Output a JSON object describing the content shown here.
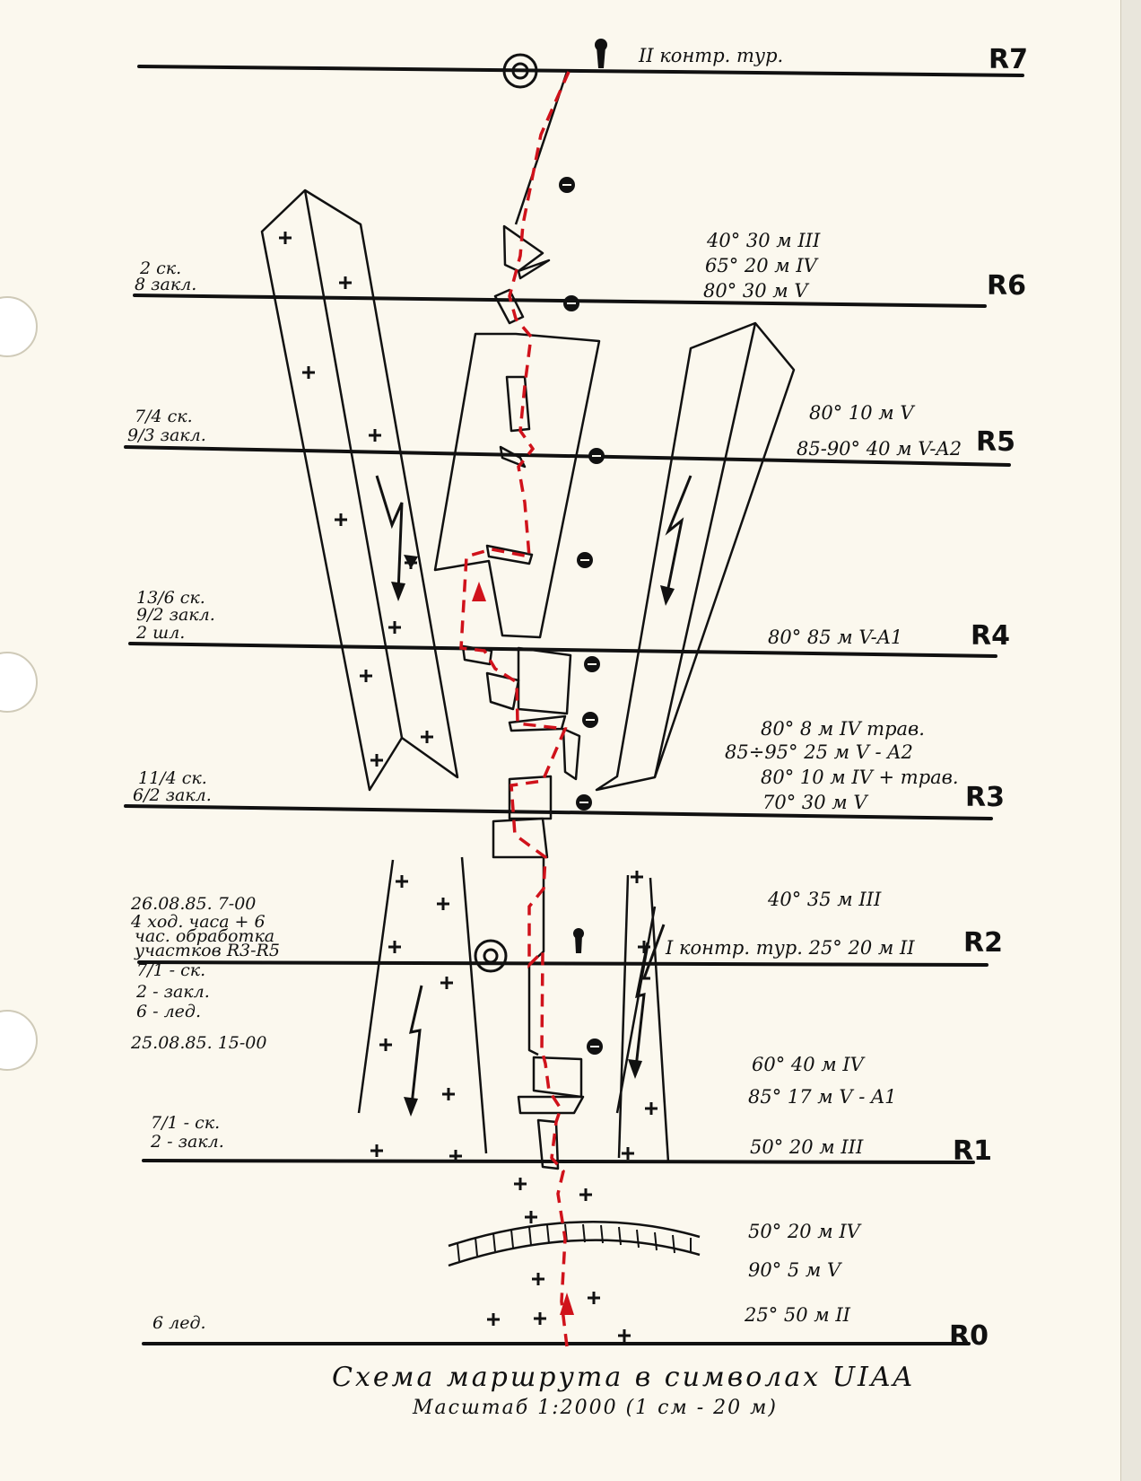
{
  "levels": [
    {
      "id": "R7",
      "label": "R7"
    },
    {
      "id": "R6",
      "label": "R6"
    },
    {
      "id": "R5",
      "label": "R5"
    },
    {
      "id": "R4",
      "label": "R4"
    },
    {
      "id": "R3",
      "label": "R3"
    },
    {
      "id": "R2",
      "label": "R2"
    },
    {
      "id": "R1",
      "label": "R1"
    },
    {
      "id": "R0",
      "label": "R0"
    }
  ],
  "tour_top": "II контр. тур.",
  "left_notes": {
    "r6": [
      "2 ск.",
      "8 закл."
    ],
    "r5": [
      "7/4 ск.",
      "9/3 закл."
    ],
    "r4": [
      "13/6 ск.",
      "9/2 закл.",
      "2 шл."
    ],
    "r3": [
      "11/4 ск.",
      "6/2 закл."
    ],
    "r2": [
      "26.08.85.   7-00",
      "4 ход. часа + 6",
      "час. обработка",
      "участков R3-R5",
      "7/1 - ск.",
      "2 - закл.",
      "6 - лед.",
      "25.08.85.   15-00"
    ],
    "r1": [
      "7/1 - ск.",
      "2 - закл."
    ],
    "r0": [
      "6 лед."
    ]
  },
  "right_notes": {
    "r7_r6": [
      "40°   30 м   III",
      "65°   20 м   IV",
      "80°   30 м   V"
    ],
    "r6_r5": [
      "80° 10 м   V",
      "85-90° 40 м  V-A2"
    ],
    "r5_r4": [
      "80°   85 м   V-A1"
    ],
    "r4_r3": [
      "80°    8 м   IV трав.",
      "85÷95°   25 м   V - A2",
      "80°   10 м   IV + трав.",
      "70°   30 м   V"
    ],
    "r3_r2": [
      "40°   35 м   III",
      "I контр. тур. 25° 20 м  II"
    ],
    "r2_r1": [
      "60°   40 м   IV",
      "85°   17 м   V - A1",
      "50°   20 м   III"
    ],
    "r1_r0": [
      "50°   20 м   IV",
      "90°   5 м   V",
      "25°   50 м   II"
    ]
  },
  "caption": {
    "title": "Схема маршрута в символах UIAA",
    "scale": "Масштаб  1:2000  (1 см - 20 м)"
  },
  "colors": {
    "route": "#d0121b",
    "ink": "#111111",
    "paper": "#fbf8ee"
  }
}
